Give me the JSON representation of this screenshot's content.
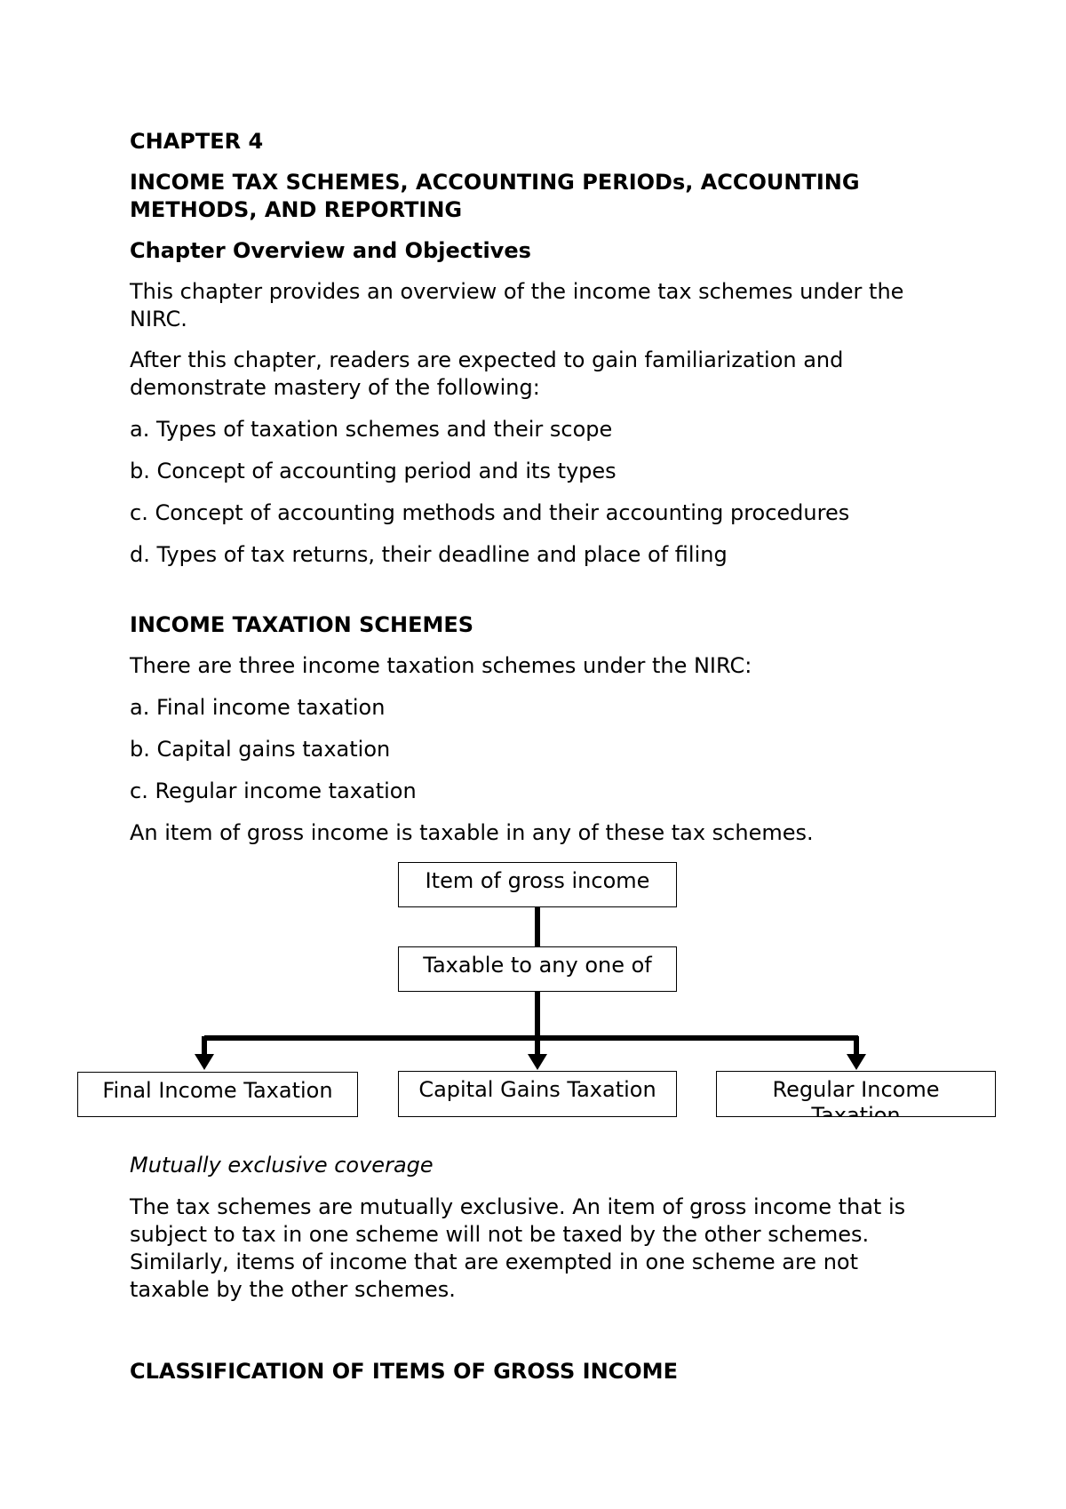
{
  "chapter_label": "CHAPTER 4",
  "chapter_title": {
    "line1": "INCOME TAX SCHEMES, ACCOUNTING PERIODs, ACCOUNTING",
    "line2": "METHODS, AND REPORTING"
  },
  "overview": {
    "heading": "Chapter Overview and Objectives",
    "intro_line1": "This chapter provides an overview of the income tax schemes under the",
    "intro_line2": "NIRC.",
    "expect_line1": "After this chapter, readers are expected to gain familiarization and",
    "expect_line2": "demonstrate mastery of the following:",
    "objectives": [
      "a. Types of taxation schemes and their scope",
      "b. Concept of accounting period and its types",
      "c. Concept of accounting methods and their accounting procedures",
      "d. Types of tax returns, their deadline and place of filing"
    ]
  },
  "schemes_section": {
    "heading": "INCOME TAXATION SCHEMES",
    "intro": "There are three income taxation schemes under the NIRC:",
    "items": [
      "a. Final income taxation",
      "b. Capital gains taxation",
      "c. Regular income taxation"
    ],
    "closing": "An item of gross income is taxable in any of these tax schemes."
  },
  "diagram": {
    "root": "Item of gross income",
    "middle": "Taxable to any one of",
    "branches": [
      "Final Income Taxation",
      "Capital Gains Taxation",
      "Regular Income Taxation"
    ]
  },
  "exclusive": {
    "subheading": "Mutually exclusive coverage",
    "lines": [
      "The tax schemes are mutually exclusive. An item of gross income that is",
      "subject to tax in one scheme will not be taxed by the other schemes.",
      "Similarly, items of income that are exempted in one scheme are not",
      "taxable by the other schemes."
    ]
  },
  "classification_heading": "CLASSIFICATION OF ITEMS OF GROSS INCOME"
}
